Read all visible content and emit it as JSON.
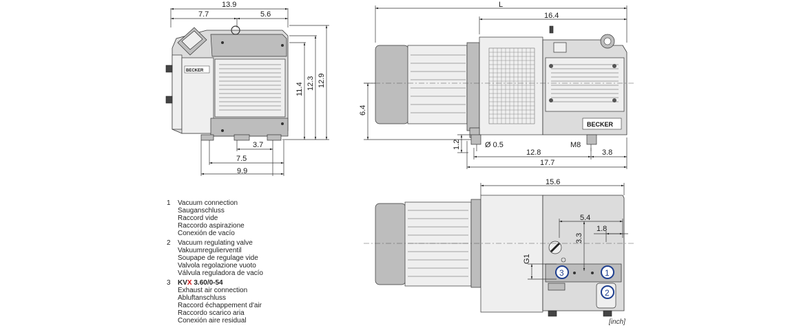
{
  "dimensions": {
    "left_view": {
      "overall_width": "13.9",
      "left_part": "7.7",
      "right_part": "5.6",
      "height_a": "11.4",
      "height_b": "12.3",
      "height_c": "12.9",
      "foot_3": "3.7",
      "foot_2": "7.5",
      "foot_1": "9.9"
    },
    "side_view": {
      "total_length": "L",
      "pump_length": "16.4",
      "axis_height": "6.4",
      "base_height": "1.2",
      "hole_dia": "Ø 0.5",
      "thread": "M8",
      "span_a": "12.8",
      "offset": "3.8",
      "overall": "17.7"
    },
    "top_view": {
      "length": "15.6",
      "a": "5.4",
      "b": "3.3",
      "c": "1.8",
      "port": "G1"
    }
  },
  "brand": "BECKER",
  "markers": [
    {
      "id": "1",
      "label": "1"
    },
    {
      "id": "2",
      "label": "2"
    },
    {
      "id": "3",
      "label": "3"
    }
  ],
  "legend": [
    {
      "num": "1",
      "lines": [
        "Vacuum connection",
        "Sauganschluss",
        "Raccord vide",
        "Raccordo aspirazione",
        "Conexión de vacío"
      ]
    },
    {
      "num": "2",
      "lines": [
        "Vacuum regulating valve",
        "Vakuumregulierventil",
        "Soupape de regulage vide",
        "Valvola regolazione vuoto",
        "Válvula reguladora de vacío"
      ]
    },
    {
      "num": "3",
      "model_prefix": "KV",
      "model_x": "X",
      "model_suffix": " 3.60/0-54",
      "lines": [
        "Exhaust air connection",
        "Abluftanschluss",
        "Raccord échappement d'air",
        "Raccordo scarico aria",
        "Conexión aire residual"
      ]
    }
  ],
  "unit": "[inch]",
  "colors": {
    "marker": "#1f3f8f",
    "model_x": "#d01010"
  }
}
